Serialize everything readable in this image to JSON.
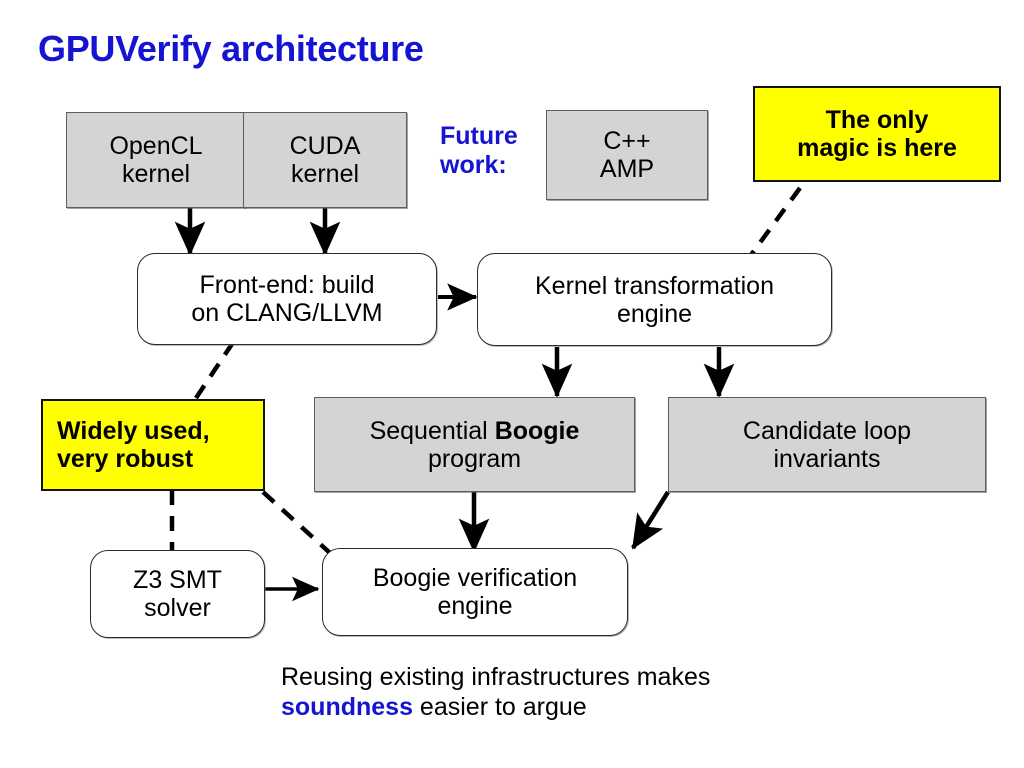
{
  "slide": {
    "title": "GPUVerify architecture",
    "title_color": "#1414d2",
    "background": "#ffffff"
  },
  "palette": {
    "gray_fill": "#d4d4d4",
    "gray_border": "#5d5d5d",
    "white_fill": "#ffffff",
    "white_border": "#2b2b2b",
    "yellow_fill": "#ffff00",
    "yellow_border": "#111111",
    "accent_blue": "#1414d2",
    "line_black": "#000000"
  },
  "nodes": {
    "opencl_kernel": {
      "line1": "OpenCL",
      "line2": "kernel",
      "style": "gray"
    },
    "cuda_kernel": {
      "line1": "CUDA",
      "line2": "kernel",
      "style": "gray"
    },
    "cpp_amp": {
      "line1": "C++",
      "line2": "AMP",
      "style": "gray"
    },
    "front_end": {
      "line1": "Front-end: build",
      "line2": "on CLANG/LLVM",
      "style": "white"
    },
    "kernel_transform": {
      "line1": "Kernel transformation",
      "line2": "engine",
      "style": "white"
    },
    "sequential_boogie": {
      "line1_pre": "Sequential ",
      "line1_bold": "Boogie",
      "line2": "program",
      "style": "gray"
    },
    "candidate_invariants": {
      "line1": "Candidate loop",
      "line2": "invariants",
      "style": "gray"
    },
    "z3_solver": {
      "line1": "Z3 SMT",
      "line2": "solver",
      "style": "white"
    },
    "boogie_verifier": {
      "line1": "Boogie verification",
      "line2": "engine",
      "style": "white"
    }
  },
  "annotations": {
    "future_work": {
      "line1": "Future",
      "line2": "work:"
    },
    "magic_callout": {
      "line1": "The only",
      "line2": "magic is here"
    },
    "robust_callout": {
      "line1": "Widely used,",
      "line2": "very robust"
    }
  },
  "caption": {
    "line1": "Reusing existing infrastructures makes",
    "line2_highlight": "soundness",
    "line2_rest": " easier to argue"
  },
  "connectors": [
    {
      "name": "opencl-to-frontend",
      "kind": "arrow"
    },
    {
      "name": "cuda-to-frontend",
      "kind": "arrow"
    },
    {
      "name": "frontend-to-kernel-transform",
      "kind": "arrow"
    },
    {
      "name": "kernel-transform-to-sequential-boogie",
      "kind": "arrow"
    },
    {
      "name": "kernel-transform-to-candidate-invariants",
      "kind": "arrow"
    },
    {
      "name": "sequential-boogie-to-boogie-verifier",
      "kind": "arrow"
    },
    {
      "name": "candidate-invariants-to-boogie-verifier",
      "kind": "arrow"
    },
    {
      "name": "z3-to-boogie-verifier",
      "kind": "double-arrow"
    },
    {
      "name": "magic-callout-to-kernel-transform",
      "kind": "dashed"
    },
    {
      "name": "robust-callout-to-frontend",
      "kind": "dashed"
    },
    {
      "name": "robust-callout-to-z3",
      "kind": "dashed"
    },
    {
      "name": "robust-callout-to-boogie-verifier",
      "kind": "dashed"
    }
  ]
}
